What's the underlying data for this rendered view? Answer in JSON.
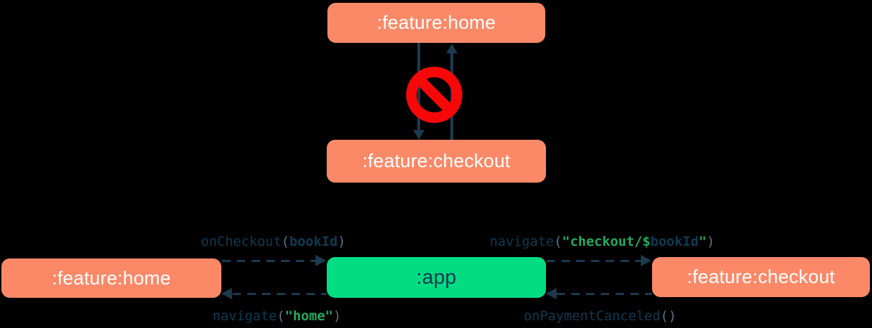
{
  "colors": {
    "background": "#000000",
    "feature_module_box": "#FB8968",
    "feature_module_text": "#FFFFFF",
    "app_module_box": "#02DC82",
    "app_module_text": "#0D3A50",
    "arrow": "#1B3A4E",
    "code_default": "#0E3A52",
    "code_string": "#22A95F",
    "code_paren": "#5D7380",
    "forbidden_red": "#F70808"
  },
  "top": {
    "home": ":feature:home",
    "checkout": ":feature:checkout",
    "forbidden_icon": "no-entry"
  },
  "bottom": {
    "home": ":feature:home",
    "app": ":app",
    "checkout": ":feature:checkout",
    "labels": {
      "on_checkout": {
        "fn": "onCheckout",
        "open": "(",
        "arg": "bookId",
        "close": ")"
      },
      "navigate_checkout": {
        "fn": "navigate",
        "open": "(",
        "str_open": "\"checkout/",
        "dollar": "$",
        "template_var": "bookId",
        "str_close": "\"",
        "close": ")"
      },
      "navigate_home": {
        "fn": "navigate",
        "open": "(",
        "str": "\"home\"",
        "close": ")"
      },
      "on_payment_canceled": {
        "fn": "onPaymentCanceled",
        "parens": "()"
      }
    }
  }
}
